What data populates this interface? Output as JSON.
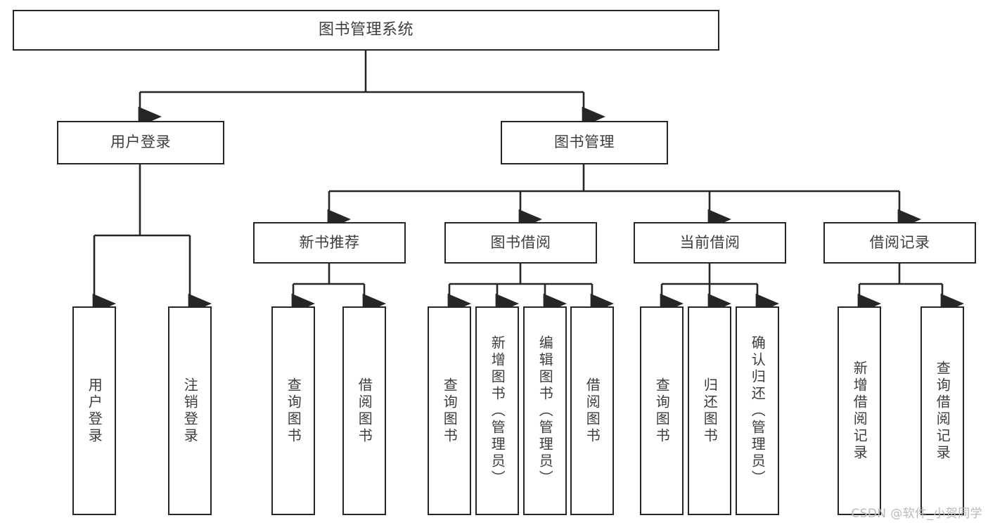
{
  "diagram": {
    "title": "图书管理系统",
    "type": "tree-hierarchy-diagram",
    "colors": {
      "background": "#ffffff",
      "node_border": "#262626",
      "node_fill": "#ffffff",
      "text": "#3d3d3d",
      "edge": "#262626",
      "watermark": "#b9b9b9"
    },
    "root": {
      "label": "图书管理系统"
    },
    "level2": [
      {
        "label": "用户登录"
      },
      {
        "label": "图书管理"
      }
    ],
    "level3": [
      {
        "label": "新书推荐"
      },
      {
        "label": "图书借阅"
      },
      {
        "label": "当前借阅"
      },
      {
        "label": "借阅记录"
      }
    ],
    "leaves": {
      "user_login": [
        {
          "label": "用户登录"
        },
        {
          "label": "注销登录"
        }
      ],
      "new_book_recommend": [
        {
          "label": "查询图书"
        },
        {
          "label": "借阅图书"
        }
      ],
      "book_borrow": [
        {
          "label": "查询图书"
        },
        {
          "label": "新增图书（管理员）"
        },
        {
          "label": "编辑图书（管理员）"
        },
        {
          "label": "借阅图书"
        }
      ],
      "current_borrow": [
        {
          "label": "查询图书"
        },
        {
          "label": "归还图书"
        },
        {
          "label": "确认归还（管理员）"
        }
      ],
      "borrow_record": [
        {
          "label": "新增借阅记录"
        },
        {
          "label": "查询借阅记录"
        }
      ]
    }
  },
  "watermark": {
    "text": "CSDN @软件_小贺同学"
  }
}
